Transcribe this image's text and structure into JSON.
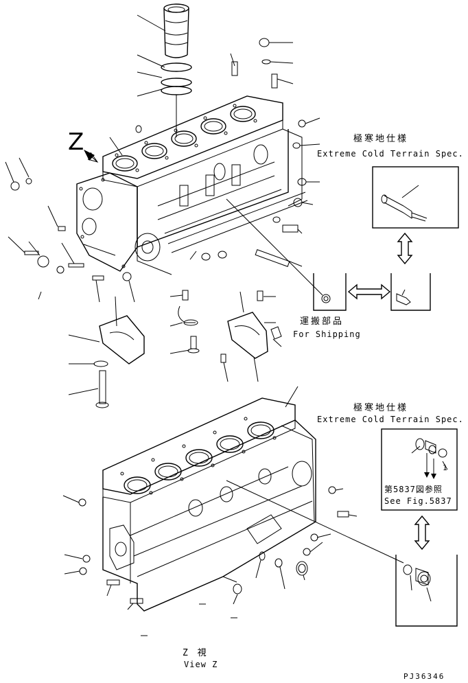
{
  "top_assembly": {
    "view_marker": "Z"
  },
  "extreme_cold_top": {
    "title_jp": "極寒地仕様",
    "title_en": "Extreme Cold Terrain Spec."
  },
  "shipping": {
    "title_jp": "運搬部品",
    "title_en": "For Shipping"
  },
  "extreme_cold_bottom": {
    "title_jp": "極寒地仕様",
    "title_en": "Extreme Cold Terrain Spec.",
    "ref_jp": "第5837図参照",
    "ref_en": "See Fig.5837",
    "callout_1": "1"
  },
  "view_z": {
    "label_jp": "Z 視",
    "label_en": "View Z"
  },
  "drawing_number": "PJ36346",
  "icons": [
    "view-arrow-icon",
    "double-arrow-icon"
  ]
}
